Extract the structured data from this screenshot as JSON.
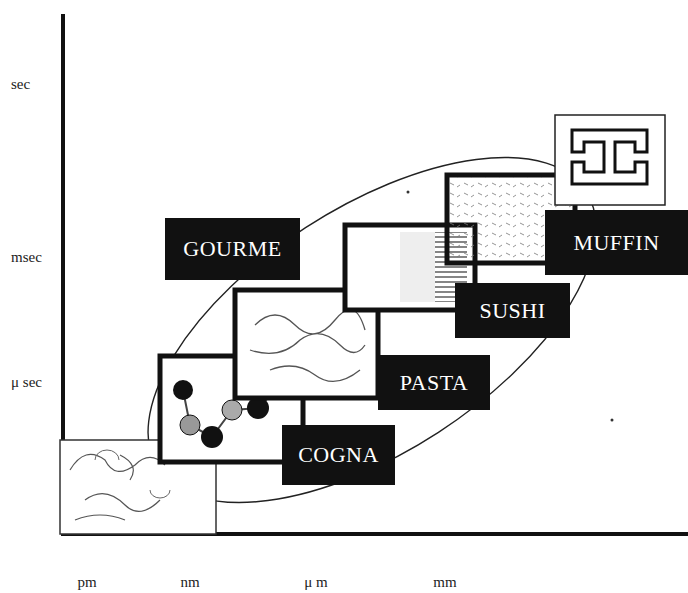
{
  "diagram": {
    "nodes": [
      {
        "text": [
          "MUFFIN"
        ]
      },
      {
        "text": [
          "GOURME"
        ]
      },
      {
        "text": [
          "SUSHI"
        ]
      },
      {
        "text": [
          "PASTA"
        ]
      },
      {
        "text": [
          "COGNA"
        ]
      }
    ],
    "labels": [
      "sec",
      "msec",
      "μ sec",
      "pm",
      "nm",
      "μ m",
      "mm"
    ]
  }
}
